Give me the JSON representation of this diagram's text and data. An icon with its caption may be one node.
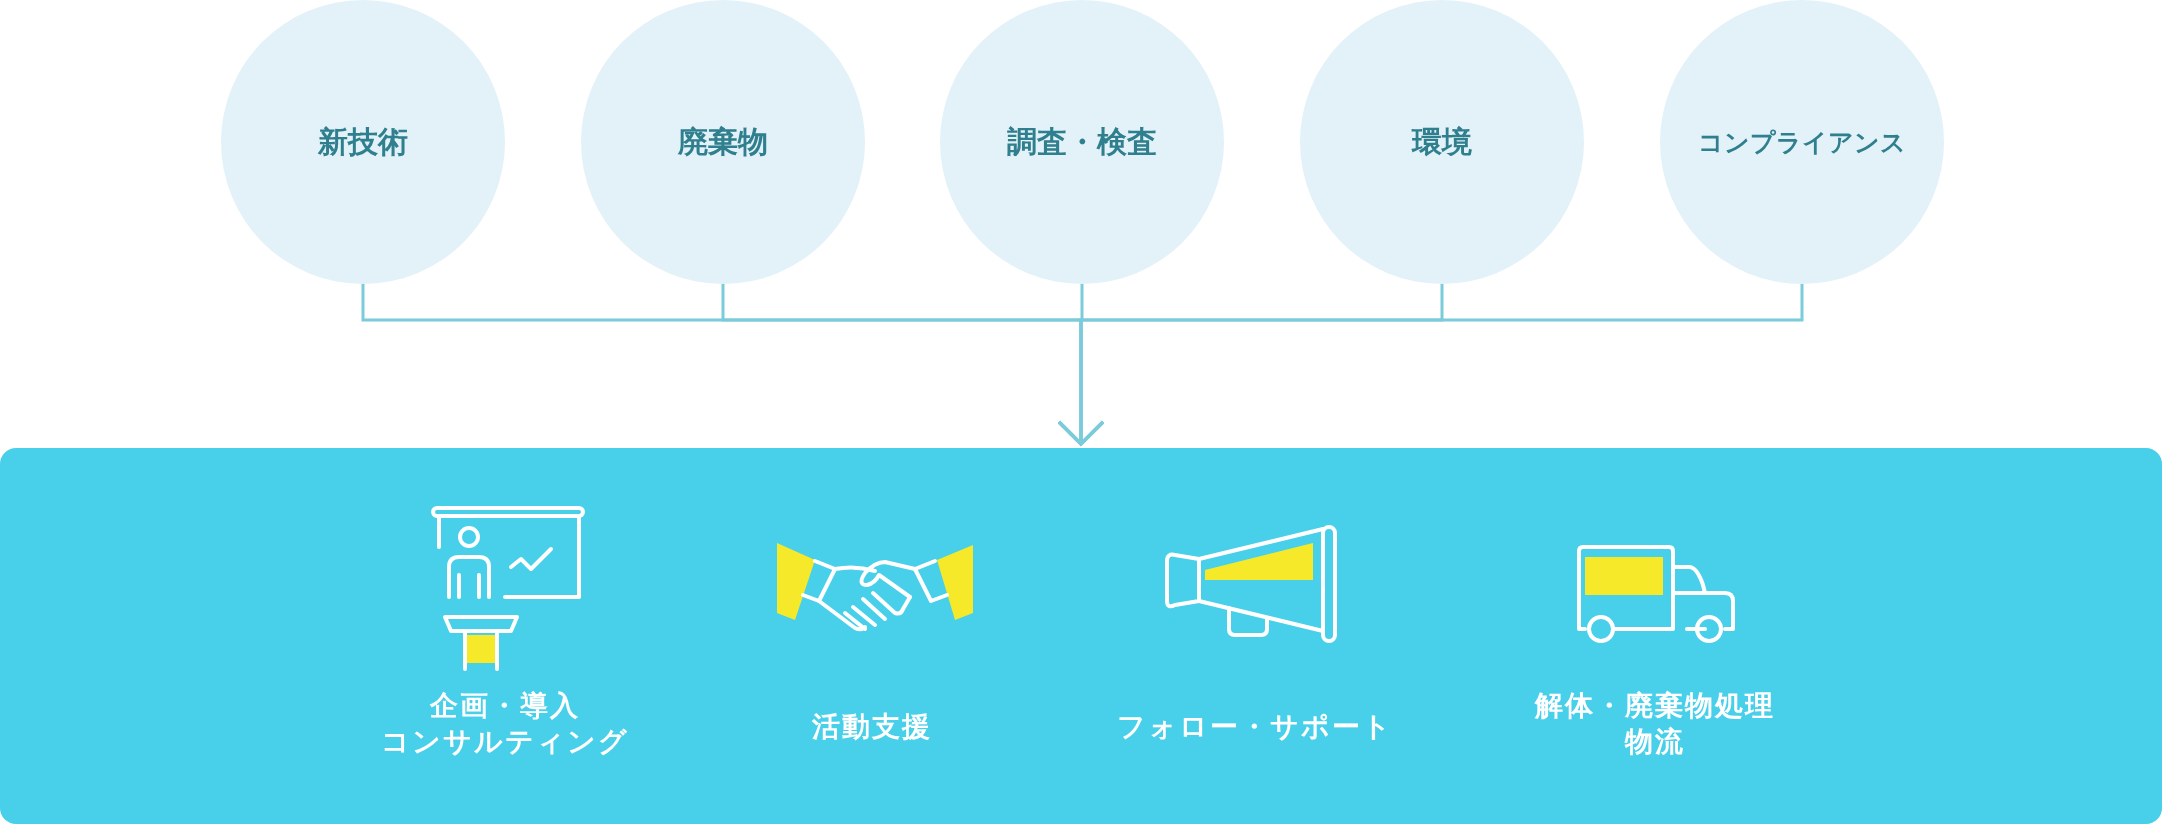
{
  "diagram": {
    "nodes": [
      {
        "text": [
          "新技術"
        ]
      },
      {
        "text": [
          "廃棄物"
        ]
      },
      {
        "text": [
          "調査・検査"
        ]
      },
      {
        "text": [
          "環境"
        ]
      },
      {
        "text": [
          "コンプライアンス"
        ]
      },
      {
        "text": [],
        "shape": "box"
      }
    ],
    "edges": [
      {
        "from": 0,
        "to": 5,
        "arrow": "to"
      },
      {
        "from": 1,
        "to": 5,
        "arrow": "to"
      },
      {
        "from": 2,
        "to": 5,
        "arrow": "to"
      },
      {
        "from": 3,
        "to": 5,
        "arrow": "to"
      },
      {
        "from": 4,
        "to": 5,
        "arrow": "to"
      }
    ],
    "labels": [
      "企画・導入コンサルティング",
      "活動支援",
      "フォロー・サポート",
      "解体・廃棄物処理物流"
    ]
  }
}
